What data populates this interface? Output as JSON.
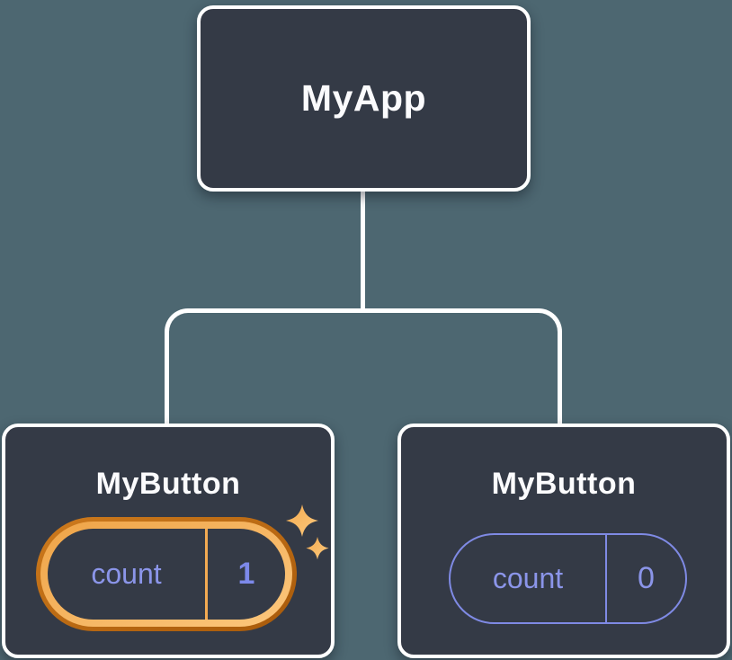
{
  "figure": {
    "kind": "react-component-tree-diagram",
    "colors": {
      "background": "#4d6771",
      "node_fill": "#343a46",
      "node_stroke": "#ffffff",
      "state_text": "#8b95e9",
      "state_value_highlight": "#7d89ea",
      "highlight_ring_outer": "#a85a0a",
      "highlight_ring_inner": "#fcc77d",
      "highlight_divider": "#f3aa52",
      "sparkle": "#f8bb66"
    }
  },
  "root": {
    "title": "MyApp"
  },
  "children": {
    "left": {
      "title": "MyButton",
      "state_label": "count",
      "state_value": "1",
      "highlighted": "true"
    },
    "right": {
      "title": "MyButton",
      "state_label": "count",
      "state_value": "0",
      "highlighted": "false"
    }
  }
}
